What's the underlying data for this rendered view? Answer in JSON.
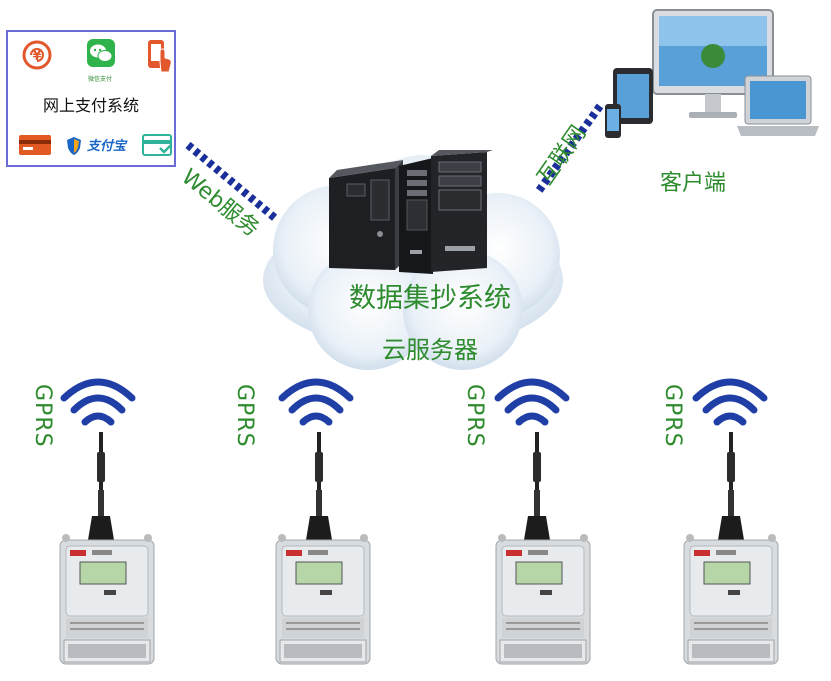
{
  "payment": {
    "title": "网上支付系统",
    "wechat_label": "微信支付",
    "alipay_label": "支付宝"
  },
  "links": {
    "web_service": "Web服务",
    "internet": "互联网"
  },
  "server": {
    "system_label": "数据集抄系统",
    "cloud_label": "云服务器"
  },
  "client": {
    "label": "客户端"
  },
  "meters": [
    {
      "link_label": "GPRS"
    },
    {
      "link_label": "GPRS"
    },
    {
      "link_label": "GPRS"
    },
    {
      "link_label": "GPRS"
    }
  ],
  "colors": {
    "label_green": "#2e8b2e",
    "link_blue": "#1a2f9a",
    "wifi_blue": "#1f3fa6",
    "box_border": "#6b6bd6",
    "cloud": "#dde8f3"
  }
}
